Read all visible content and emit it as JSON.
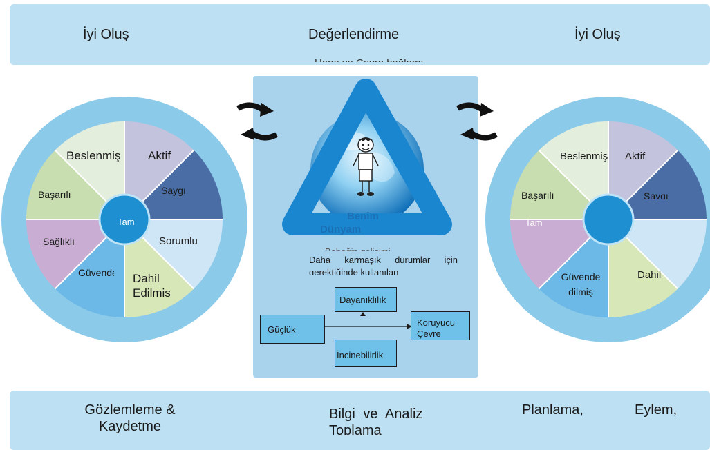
{
  "top_banner": {
    "left": "İyi Oluş",
    "center": "Değerlendirme",
    "right": "İyi Oluş",
    "partial": "Hane ve Çevre bağlamı"
  },
  "left_wheel": {
    "hub": "Tam",
    "segments": [
      "Aktif",
      "Saygı",
      "Sorumlu",
      "Dahil Edilmiş",
      "Güvende",
      "Sağlıklı",
      "Başarılı",
      "Beslenmiş"
    ]
  },
  "right_wheel": {
    "hub": "Tam",
    "segments": [
      "Aktif",
      "Saygı",
      "Dahil",
      "Güvende dilmiş",
      "Başarılı",
      "Beslenmiş"
    ]
  },
  "center": {
    "world_label_1": "Benim",
    "world_label_2": "Dünyam",
    "faint": "Bebeğin gelişimi",
    "description": "Daha karmaşık durumlar için gerektiğinde kullanılan",
    "boxes": {
      "resilience": "Dayanıklılık",
      "adversity": "Güçlük",
      "protective": "Koruyucu Çevre",
      "vulnerability": "İncinebilirlik"
    }
  },
  "bottom_banner": {
    "left": "Gözlemleme & Kaydetme",
    "center": "Bilgi ve Analiz Toplama",
    "right_1": "Planlama,",
    "right_2": "Eylem,"
  },
  "colors": {
    "banner": "#bde0f3",
    "wheel_ring": "#8ccaea",
    "hub": "#1e90d2",
    "triangle": "#1b86d0"
  }
}
